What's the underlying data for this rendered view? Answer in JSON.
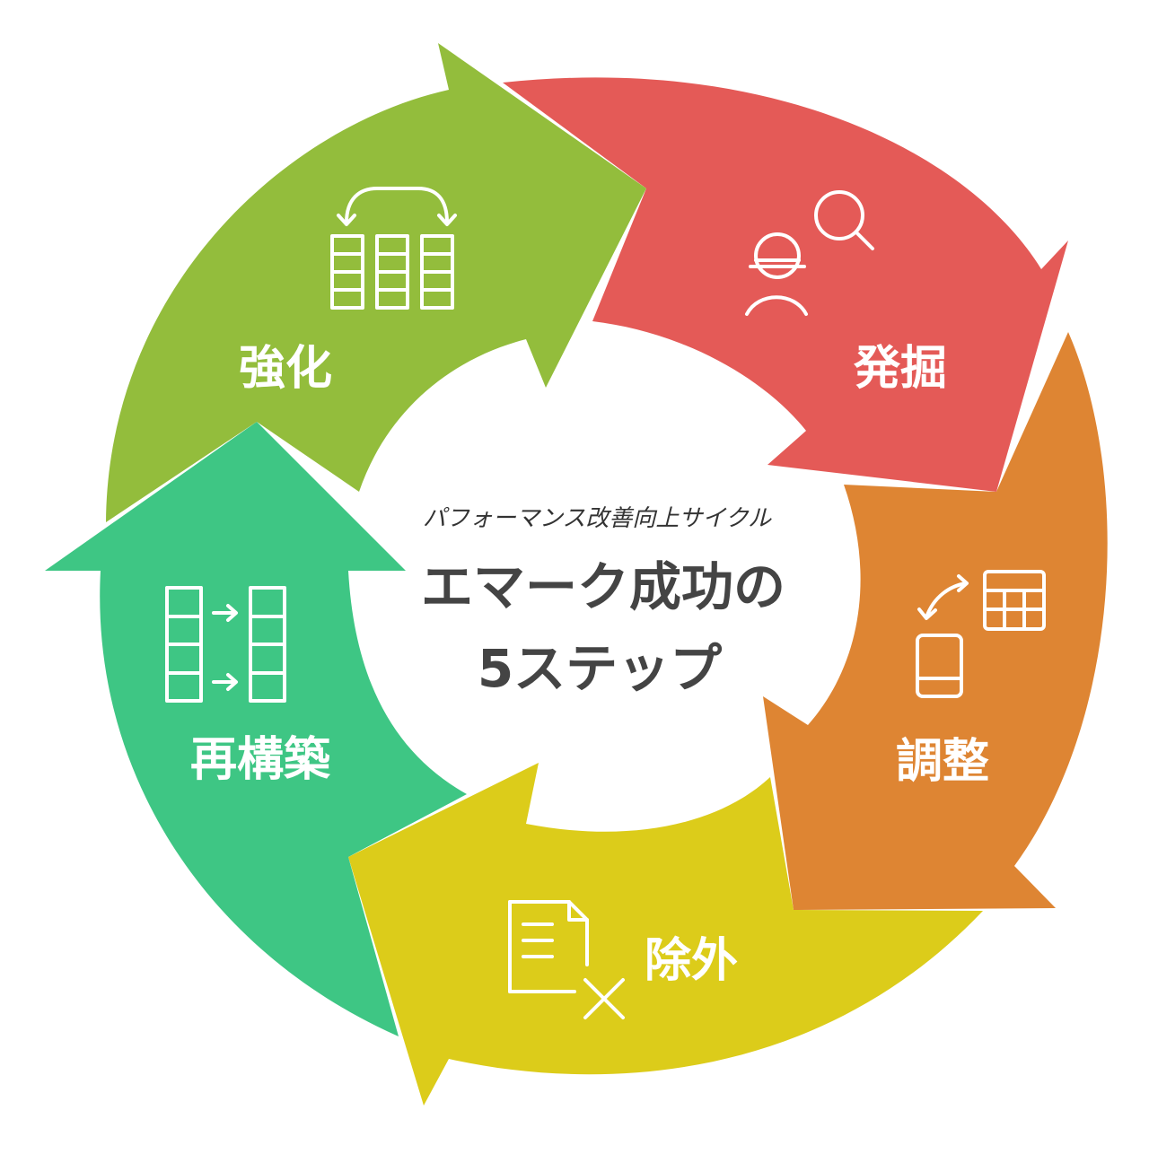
{
  "center": {
    "subtitle": "パフォーマンス改善向上サイクル",
    "title_line1": "エマーク成功の",
    "title_line2": "5ステップ"
  },
  "steps": [
    {
      "label": "発掘",
      "color": "#e45a57",
      "icon": "worker-search-icon"
    },
    {
      "label": "調整",
      "color": "#de8533",
      "icon": "phone-table-sync-icon"
    },
    {
      "label": "除外",
      "color": "#dccc1a",
      "icon": "document-remove-icon"
    },
    {
      "label": "再構築",
      "color": "#3ec684",
      "icon": "columns-rebuild-icon"
    },
    {
      "label": "強化",
      "color": "#93bd3c",
      "icon": "columns-swap-icon"
    }
  ]
}
